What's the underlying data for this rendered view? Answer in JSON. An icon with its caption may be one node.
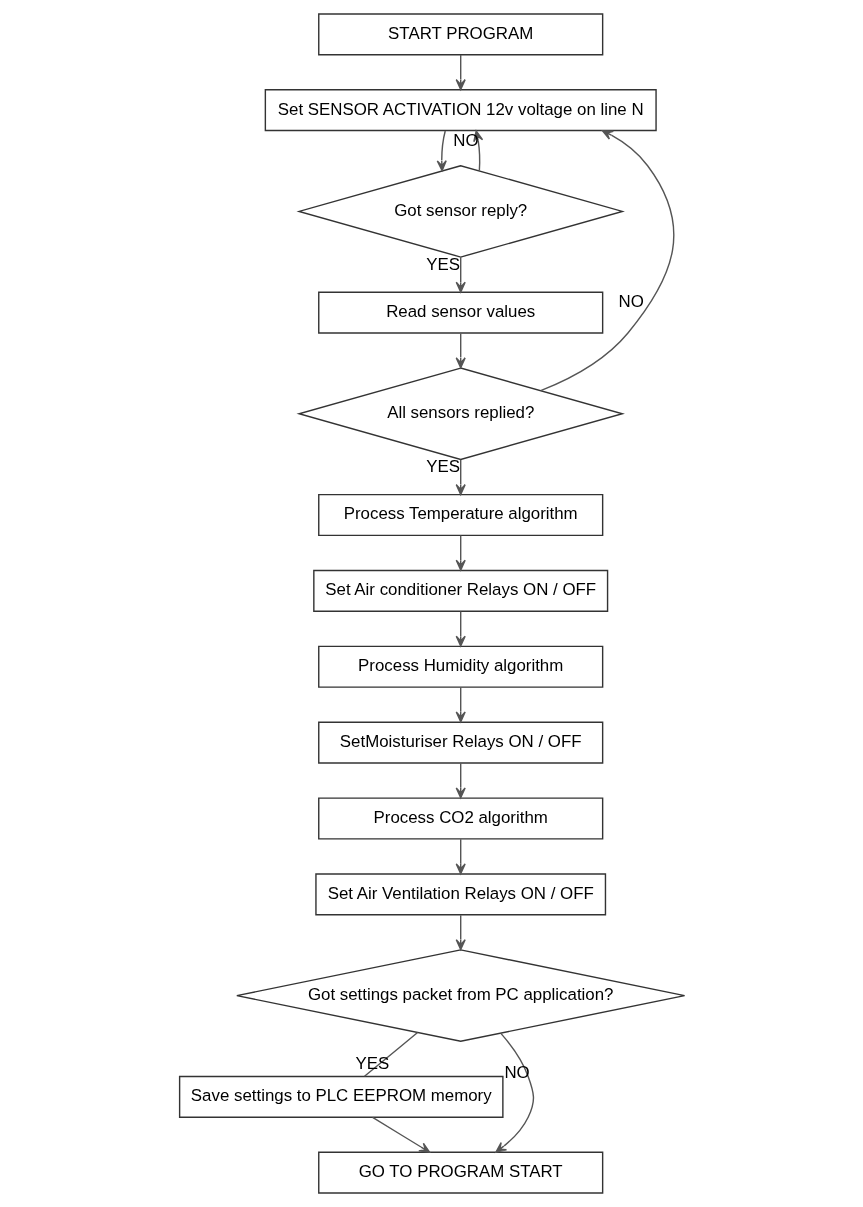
{
  "diagram": {
    "nodes": [
      {
        "text": [
          "START PROGRAM"
        ]
      },
      {
        "text": [
          "Set SENSOR ACTIVATION 12v voltage on line N"
        ]
      },
      {
        "text": [
          "Got sensor reply?"
        ]
      },
      {
        "text": [
          "Read sensor values"
        ]
      },
      {
        "text": [
          "All sensors replied?"
        ]
      },
      {
        "text": [
          "Process Temperature algorithm"
        ]
      },
      {
        "text": [
          "Set Air conditioner Relays ON / OFF"
        ]
      },
      {
        "text": [
          "Process Humidity algorithm"
        ]
      },
      {
        "text": [
          "SetMoisturiser Relays ON / OFF"
        ]
      },
      {
        "text": [
          "Process CO2 algorithm"
        ]
      },
      {
        "text": [
          "Set Air Ventilation Relays ON / OFF"
        ]
      },
      {
        "text": [
          "Got settings packet from PC application?"
        ]
      },
      {
        "text": [
          "Save settings to PLC EEPROM memory"
        ]
      },
      {
        "text": [
          "GO TO PROGRAM START"
        ]
      }
    ],
    "edges": [
      {
        "from": 0,
        "to": 1,
        "arrow": "to"
      },
      {
        "from": 1,
        "to": 2,
        "arrow": "to"
      },
      {
        "from": 2,
        "to": 1,
        "arrow": "to",
        "label": "NO"
      },
      {
        "from": 2,
        "to": 3,
        "arrow": "to",
        "label": "YES"
      },
      {
        "from": 3,
        "to": 4,
        "arrow": "to"
      },
      {
        "from": 4,
        "to": 1,
        "arrow": "to",
        "label": "NO"
      },
      {
        "from": 4,
        "to": 5,
        "arrow": "to",
        "label": "YES"
      },
      {
        "from": 5,
        "to": 6,
        "arrow": "to"
      },
      {
        "from": 6,
        "to": 7,
        "arrow": "to"
      },
      {
        "from": 7,
        "to": 8,
        "arrow": "to"
      },
      {
        "from": 8,
        "to": 9,
        "arrow": "to"
      },
      {
        "from": 9,
        "to": 10,
        "arrow": "to"
      },
      {
        "from": 10,
        "to": 11,
        "arrow": "to"
      },
      {
        "from": 11,
        "to": 12,
        "arrow": "none",
        "label": "YES"
      },
      {
        "from": 12,
        "to": 13,
        "arrow": "to"
      },
      {
        "from": 11,
        "to": 13,
        "arrow": "to",
        "label": "NO"
      }
    ]
  }
}
